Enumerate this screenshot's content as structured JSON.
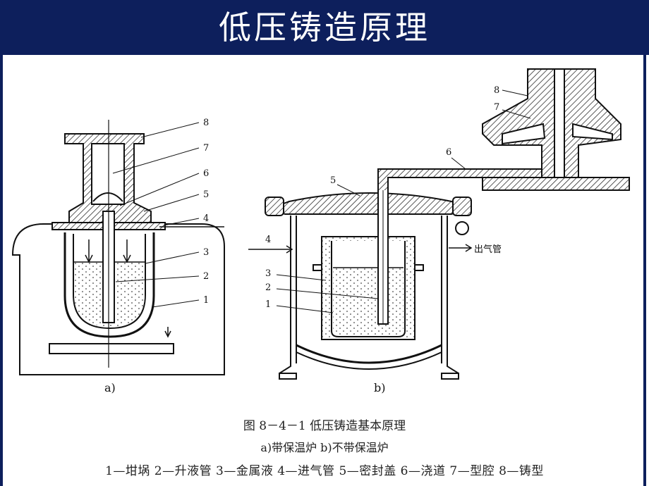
{
  "title": "低压铸造原理",
  "diagram_a": {
    "label": "a)",
    "callouts": [
      "8",
      "7",
      "6",
      "5",
      "4",
      "3",
      "2",
      "1"
    ]
  },
  "diagram_b": {
    "label": "b)",
    "callouts_top": [
      "8",
      "7",
      "6",
      "5"
    ],
    "callouts_left": [
      "4",
      "3",
      "2",
      "1"
    ],
    "outlet_label": "出气管"
  },
  "caption": {
    "figure": "图 8－4－1    低压铸造基本原理",
    "sub": "a)带保温炉    b)不带保温炉",
    "legend": "1—坩埚   2—升液管   3—金属液   4—进气管   5—密封盖   6—浇道   7—型腔   8—铸型"
  },
  "colors": {
    "title_bar": "#0d1f5c",
    "title_text": "#ffffff",
    "line": "#111111"
  }
}
